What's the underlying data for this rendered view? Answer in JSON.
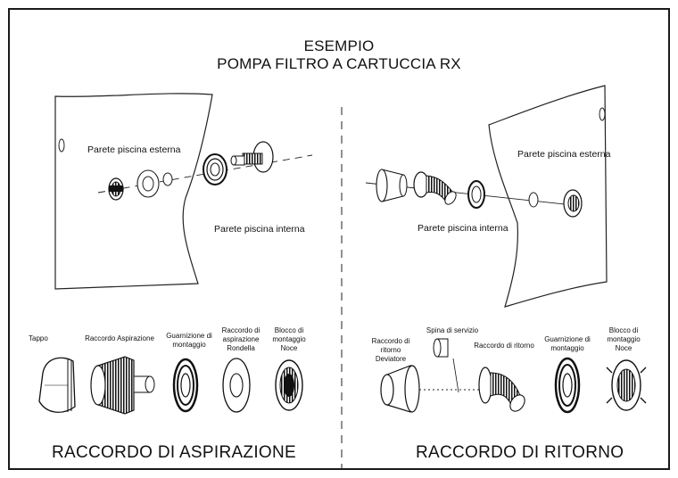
{
  "header": {
    "line1": "ESEMPIO",
    "line2": "POMPA FILTRO A CARTUCCIA RX"
  },
  "left": {
    "wall_outer": "Parete piscina esterna",
    "wall_inner": "Parete piscina interna",
    "parts": [
      {
        "id": "tappo",
        "label": "Tappo"
      },
      {
        "id": "raccordo-aspirazione",
        "label": "Raccordo Aspirazione"
      },
      {
        "id": "guarnizione",
        "label": "Guarnizione di montaggio"
      },
      {
        "id": "rondella",
        "label": "Raccordo di aspirazione Rondella"
      },
      {
        "id": "blocco",
        "label": "Blocco di montaggio Noce"
      }
    ],
    "caption": "RACCORDO DI ASPIRAZIONE"
  },
  "right": {
    "wall_outer": "Parete piscina esterna",
    "wall_inner": "Parete piscina interna",
    "parts": [
      {
        "id": "deviatore",
        "label": "Raccordo di ritorno Deviatore"
      },
      {
        "id": "spina",
        "label": "Spina di servizio"
      },
      {
        "id": "raccordo-ritorno",
        "label": "Raccordo di ritorno"
      },
      {
        "id": "guarnizione",
        "label": "Guarnizione di montaggio"
      },
      {
        "id": "blocco",
        "label": "Blocco di montaggio Noce"
      }
    ],
    "caption": "RACCORDO DI RITORNO"
  }
}
